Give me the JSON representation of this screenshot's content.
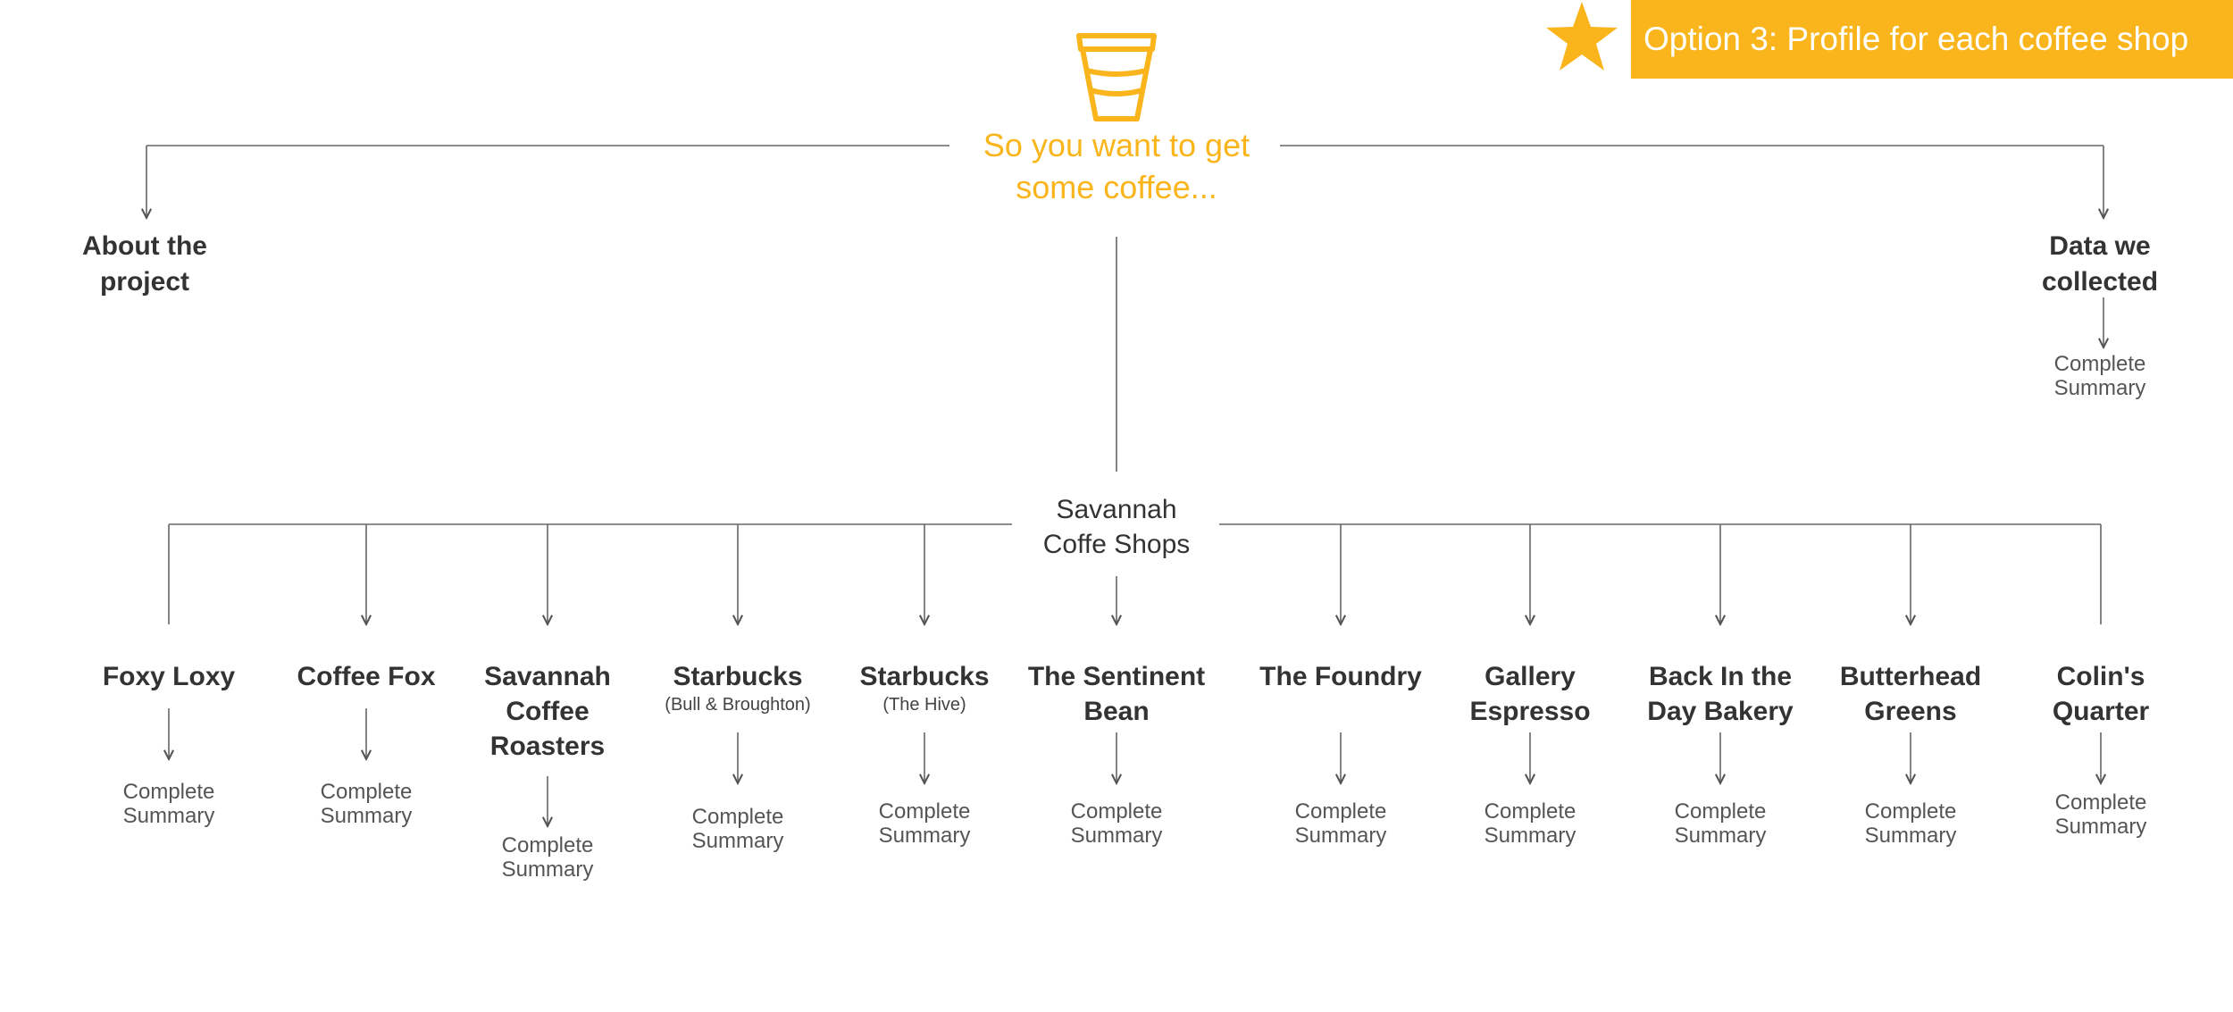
{
  "banner": {
    "option_label": "Option 3: Profile for each coffee shop",
    "icon": "star-icon",
    "color": "#f9b51b"
  },
  "root": {
    "icon": "coffee-cup-icon",
    "title_line1": "So you want to get",
    "title_line2": "some coffee..."
  },
  "about": {
    "line1": "About the",
    "line2": "project"
  },
  "data_collected": {
    "line1": "Data we",
    "line2": "collected",
    "summary_line1": "Complete",
    "summary_line2": "Summary"
  },
  "hub": {
    "line1": "Savannah",
    "line2": "Coffe Shops"
  },
  "shops": [
    {
      "name": [
        "Foxy Loxy"
      ],
      "subtitle": "",
      "summary": [
        "Complete",
        "Summary"
      ]
    },
    {
      "name": [
        "Coffee Fox"
      ],
      "subtitle": "",
      "summary": [
        "Complete",
        "Summary"
      ]
    },
    {
      "name": [
        "Savannah",
        "Coffee",
        "Roasters"
      ],
      "subtitle": "",
      "summary": [
        "Complete",
        "Summary"
      ]
    },
    {
      "name": [
        "Starbucks"
      ],
      "subtitle": "(Bull & Broughton)",
      "summary": [
        "Complete",
        "Summary"
      ]
    },
    {
      "name": [
        "Starbucks"
      ],
      "subtitle": "(The Hive)",
      "summary": [
        "Complete",
        "Summary"
      ]
    },
    {
      "name": [
        "The Sentinent",
        "Bean"
      ],
      "subtitle": "",
      "summary": [
        "Complete",
        "Summary"
      ]
    },
    {
      "name": [
        "The Foundry"
      ],
      "subtitle": "",
      "summary": [
        "Complete",
        "Summary"
      ]
    },
    {
      "name": [
        "Gallery",
        "Espresso"
      ],
      "subtitle": "",
      "summary": [
        "Complete",
        "Summary"
      ]
    },
    {
      "name": [
        "Back In the",
        "Day Bakery"
      ],
      "subtitle": "",
      "summary": [
        "Complete",
        "Summary"
      ]
    },
    {
      "name": [
        "Butterhead",
        "Greens"
      ],
      "subtitle": "",
      "summary": [
        "Complete",
        "Summary"
      ]
    },
    {
      "name": [
        "Colin's",
        "Quarter"
      ],
      "subtitle": "",
      "summary": [
        "Complete",
        "Summary"
      ]
    }
  ],
  "colors": {
    "accent": "#f9b51b",
    "line": "#555555",
    "text": "#333333"
  }
}
